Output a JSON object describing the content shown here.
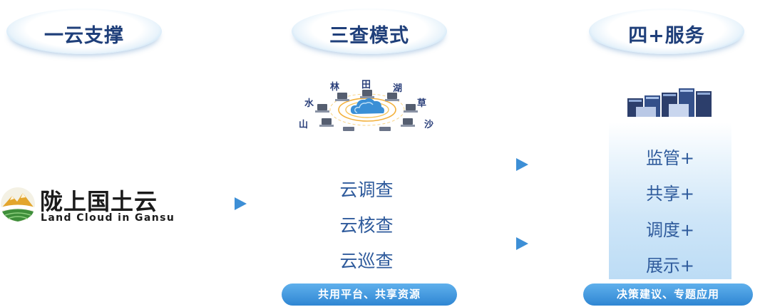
{
  "columns": [
    {
      "title": "一云支撑"
    },
    {
      "title": "三查模式"
    },
    {
      "title": "四+服务"
    }
  ],
  "logo": {
    "cn": "陇上国土云",
    "en": "Land Cloud in Gansu"
  },
  "network": {
    "nodes": [
      "林",
      "田",
      "湖",
      "草",
      "水",
      "山",
      "沙"
    ]
  },
  "modes": [
    "云调查",
    "云核查",
    "云巡查"
  ],
  "platform_banner": "共用平台、共享资源",
  "services": [
    "监管+",
    "共享+",
    "调度+",
    "展示+"
  ],
  "decision_banner": "决策建议、专题应用",
  "colors": {
    "title": "#1f3f7a",
    "accent": "#3d8fd6",
    "item_text": "#2f5b9c"
  }
}
